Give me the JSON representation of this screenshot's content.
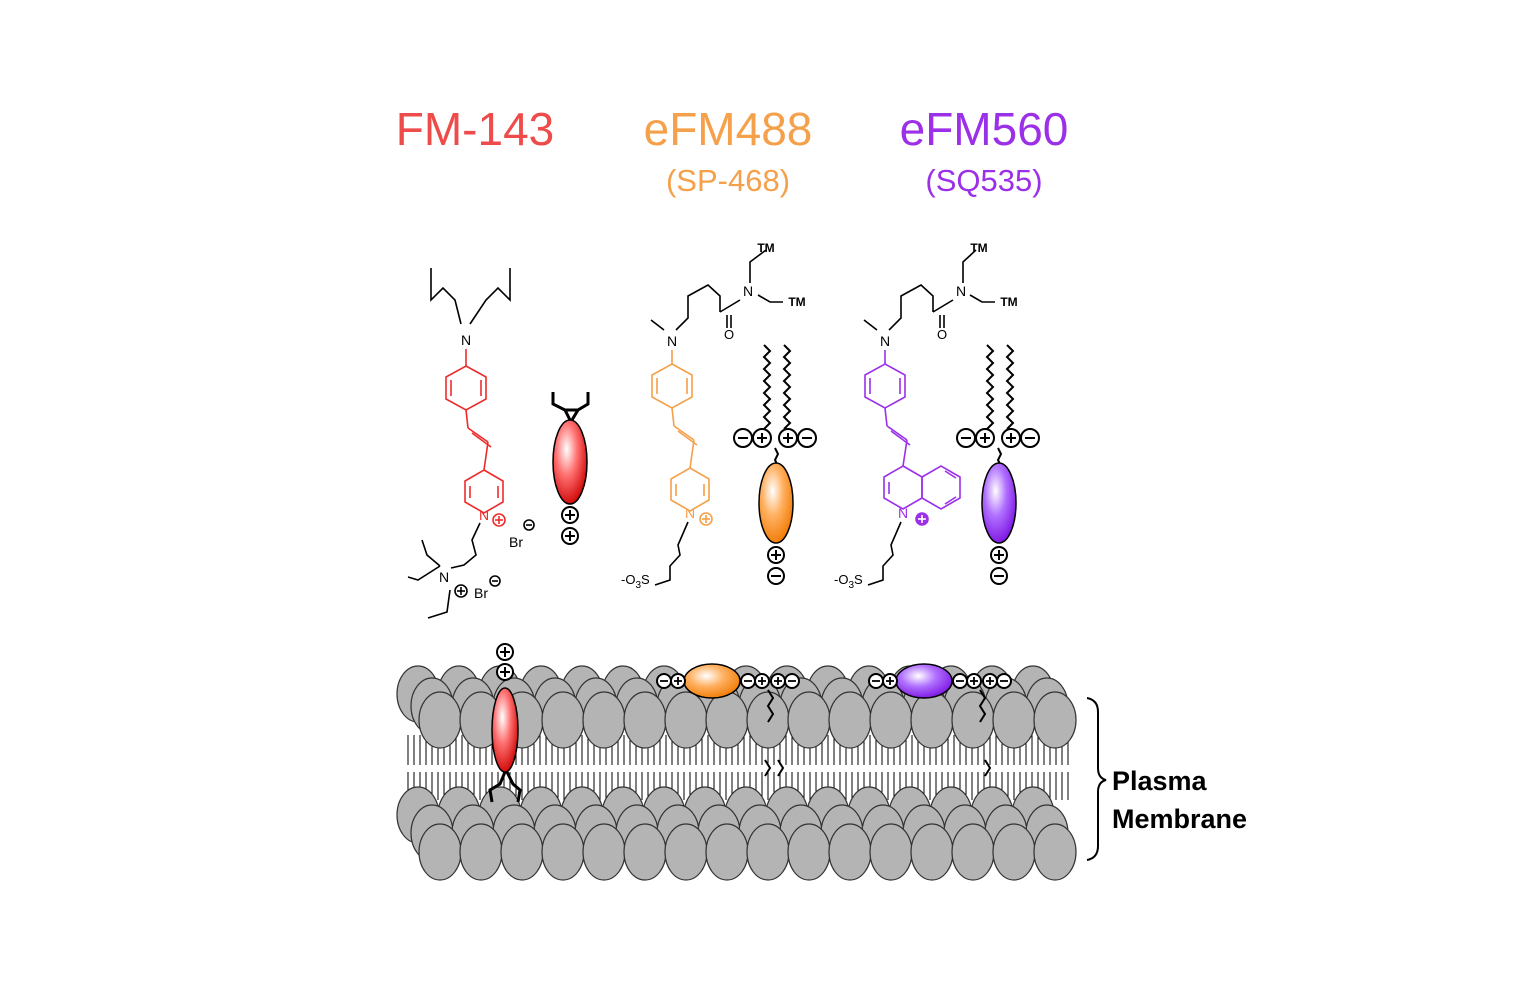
{
  "dyes": [
    {
      "name": "FM-143",
      "alias": "",
      "color": "#ee4b4b"
    },
    {
      "name": "eFM488",
      "alias": "(SP-468)",
      "color": "#f5a04a"
    },
    {
      "name": "eFM560",
      "alias": "(SQ535)",
      "color": "#9b30e8"
    }
  ],
  "chem_labels": {
    "nitrogen": "N",
    "bromide": "Br",
    "tm": "TM",
    "oxygen": "O",
    "sulfonate": "-O",
    "sulfonate_sub": "3",
    "sulfur": "S"
  },
  "membrane": {
    "label_line1": "Plasma",
    "label_line2": "Membrane"
  },
  "colors": {
    "black": "#000000",
    "lipid_fill": "#b4b4b4",
    "lipid_stroke": "#333333"
  }
}
